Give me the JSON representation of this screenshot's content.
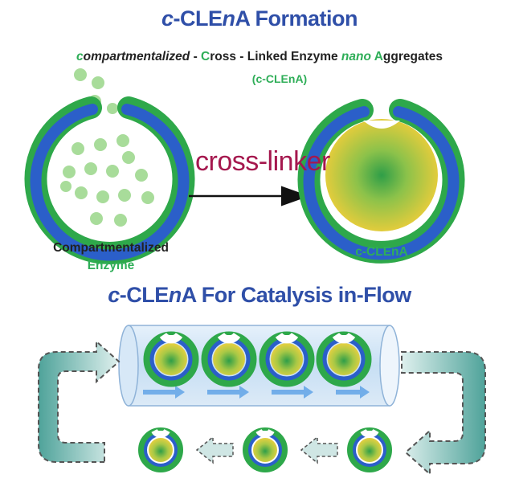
{
  "formation": {
    "title_prefix": "c",
    "title_mid": "-CLE",
    "title_n": "n",
    "title_suffix": "A Formation",
    "subtitle": {
      "c": "c",
      "compartmentalized_rest": "ompartmentalized",
      "dash1": " - ",
      "C": "C",
      "ross_rest": "ross - Linked Enzyme ",
      "nano": "nano",
      "space": " ",
      "A": "A",
      "ggregates_rest": "ggregates"
    },
    "abbreviation": "(c-CLEnA)",
    "arrow_label": "cross-linker",
    "left_label_line1": "Compartmentalized",
    "left_label_line2": "Enzyme",
    "right_label": "c-CLEnA"
  },
  "flow": {
    "title_prefix": "c",
    "title_mid": "-CLE",
    "title_n": "n",
    "title_suffix": "A For Catalysis in-Flow"
  },
  "colors": {
    "title_blue": "#2f4fa8",
    "green_text": "#2fae58",
    "crosslinker_red": "#a5184e",
    "shell_blue": "#2b5fc9",
    "shell_green": "#2ea84a",
    "dot_green": "#a8dc9a",
    "core_yellow": "#d8c23a"
  }
}
